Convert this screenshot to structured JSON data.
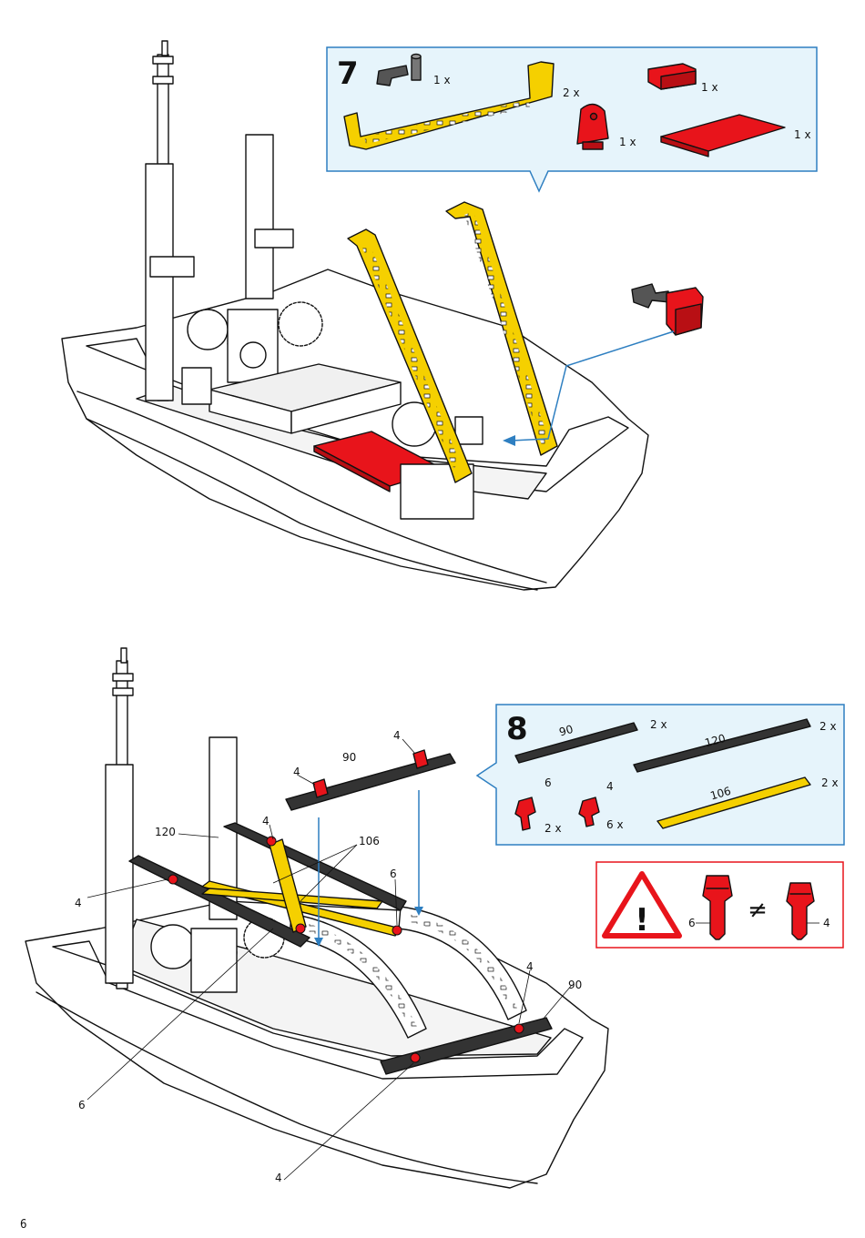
{
  "page": {
    "number": "6"
  },
  "step7": {
    "number": "7",
    "parts": [
      {
        "name": "pivot-lever",
        "color": "#555555",
        "qty": "1 x"
      },
      {
        "name": "yellow-u-girder",
        "color": "#f5d000",
        "qty": "2 x"
      },
      {
        "name": "red-clip-block",
        "color": "#e8141b",
        "qty": "1 x"
      },
      {
        "name": "red-pivot-bracket",
        "color": "#e8141b",
        "qty": "1 x"
      },
      {
        "name": "red-plate",
        "color": "#e8141b",
        "qty": "1 x"
      }
    ]
  },
  "step8": {
    "number": "8",
    "parts": [
      {
        "name": "strut-90",
        "label": "90",
        "color": "#333333",
        "qty": "2 x"
      },
      {
        "name": "strut-120",
        "label": "120",
        "color": "#333333",
        "qty": "2 x"
      },
      {
        "name": "strut-106",
        "label": "106",
        "color": "#f5d000",
        "qty": "2 x"
      },
      {
        "name": "rivet-6",
        "label": "6",
        "color": "#e8141b",
        "qty": "2 x"
      },
      {
        "name": "rivet-4",
        "label": "4",
        "color": "#e8141b",
        "qty": "6 x"
      }
    ],
    "callouts": {
      "c4_top": "4",
      "c90_top": "90",
      "c4_left_top": "4",
      "c4_mid": "4",
      "c120": "120",
      "c106": "106",
      "c4_left": "4",
      "c6_right": "6",
      "c4_right": "4",
      "c90_right": "90",
      "c6_bottom": "6",
      "c4_bottom": "4"
    }
  },
  "warning": {
    "left_label": "6",
    "right_label": "4",
    "symbol": "≠",
    "exclamation": "!"
  },
  "colors": {
    "panel_border": "#2e7fc1",
    "panel_fill": "#e6f4fb",
    "warning_border": "#e8141b",
    "red": "#e8141b",
    "yellow": "#f5d000"
  }
}
